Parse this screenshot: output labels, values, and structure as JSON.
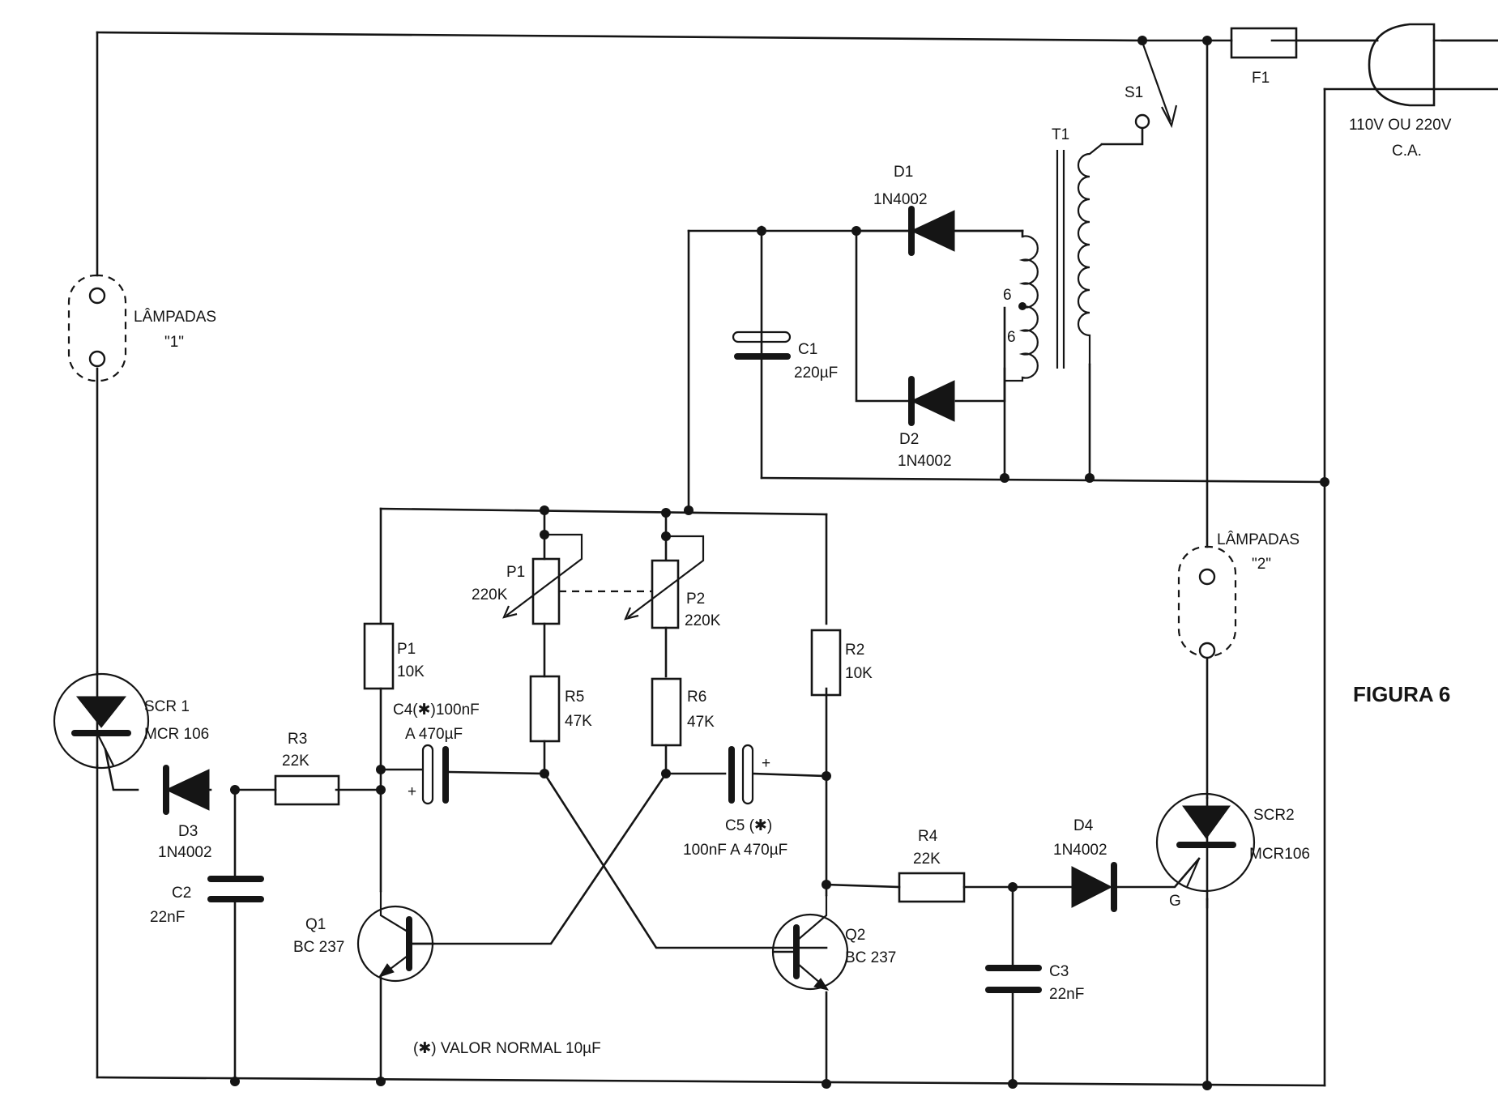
{
  "figure_title": "FIGURA 6",
  "mains": {
    "voltage": "110V OU 220V",
    "type": "C.A."
  },
  "note": "(✱) VALOR NORMAL  10µF",
  "components": {
    "F1": {
      "ref": "F1"
    },
    "S1": {
      "ref": "S1"
    },
    "T1": {
      "ref": "T1",
      "tap_upper": "6",
      "tap_lower": "6"
    },
    "D1": {
      "ref": "D1",
      "value": "1N4002"
    },
    "D2": {
      "ref": "D2",
      "value": "1N4002"
    },
    "D3": {
      "ref": "D3",
      "value": "1N4002"
    },
    "D4": {
      "ref": "D4",
      "value": "1N4002"
    },
    "C1": {
      "ref": "C1",
      "value": "220µF"
    },
    "C2": {
      "ref": "C2",
      "value": "22nF"
    },
    "C3": {
      "ref": "C3",
      "value": "22nF"
    },
    "C4": {
      "ref": "C4(✱)100nF",
      "value": "A 470µF",
      "polarity": "+"
    },
    "C5": {
      "ref": "C5 (✱)",
      "value": "100nF  A 470µF",
      "polarity": "+"
    },
    "P1_pot": {
      "ref": "P1",
      "value": "220K"
    },
    "P2_pot": {
      "ref": "P2",
      "value": "220K"
    },
    "P1_res": {
      "ref": "P1",
      "value": "10K"
    },
    "R2": {
      "ref": "R2",
      "value": "10K"
    },
    "R3": {
      "ref": "R3",
      "value": "22K"
    },
    "R4": {
      "ref": "R4",
      "value": "22K"
    },
    "R5": {
      "ref": "R5",
      "value": "47K"
    },
    "R6": {
      "ref": "R6",
      "value": "47K"
    },
    "Q1": {
      "ref": "Q1",
      "value": "BC 237"
    },
    "Q2": {
      "ref": "Q2",
      "value": "BC 237"
    },
    "SCR1": {
      "ref": "SCR 1",
      "value": "MCR 106"
    },
    "SCR2": {
      "ref": "SCR2",
      "value": "MCR106",
      "gate": "G"
    },
    "lamps1": {
      "label": "LÂMPADAS",
      "group": "\"1\""
    },
    "lamps2": {
      "label": "LÂMPADAS",
      "group": "\"2\""
    }
  }
}
